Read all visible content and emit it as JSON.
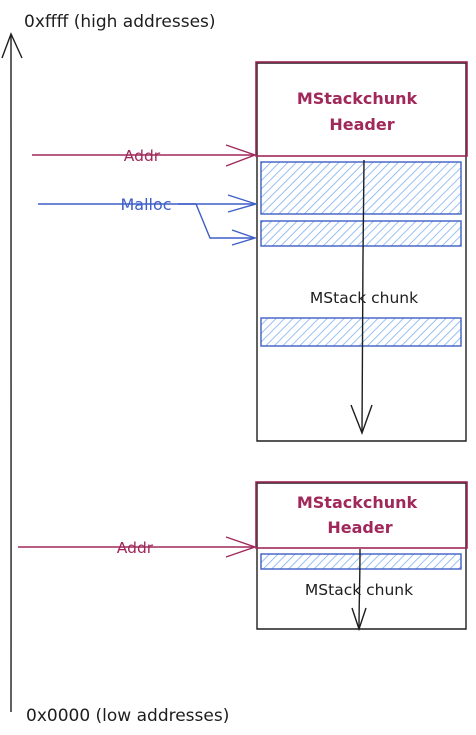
{
  "labels": {
    "top": "0xffff (high addresses)",
    "bottom": "0x0000 (low addresses)"
  },
  "chunk1": {
    "header_line1": "MStackchunk",
    "header_line2": "Header",
    "body_label": "MStack chunk",
    "pointer_label": "Addr",
    "malloc_label": "Malloc"
  },
  "chunk2": {
    "header_line1": "MStackchunk",
    "header_line2": "Header",
    "body_label": "MStack chunk",
    "pointer_label": "Addr"
  },
  "colors": {
    "ink": "#1e1e1e",
    "header": "#a0285a",
    "malloc": "#3f5fc8",
    "hatch": "#7fb0ee"
  }
}
